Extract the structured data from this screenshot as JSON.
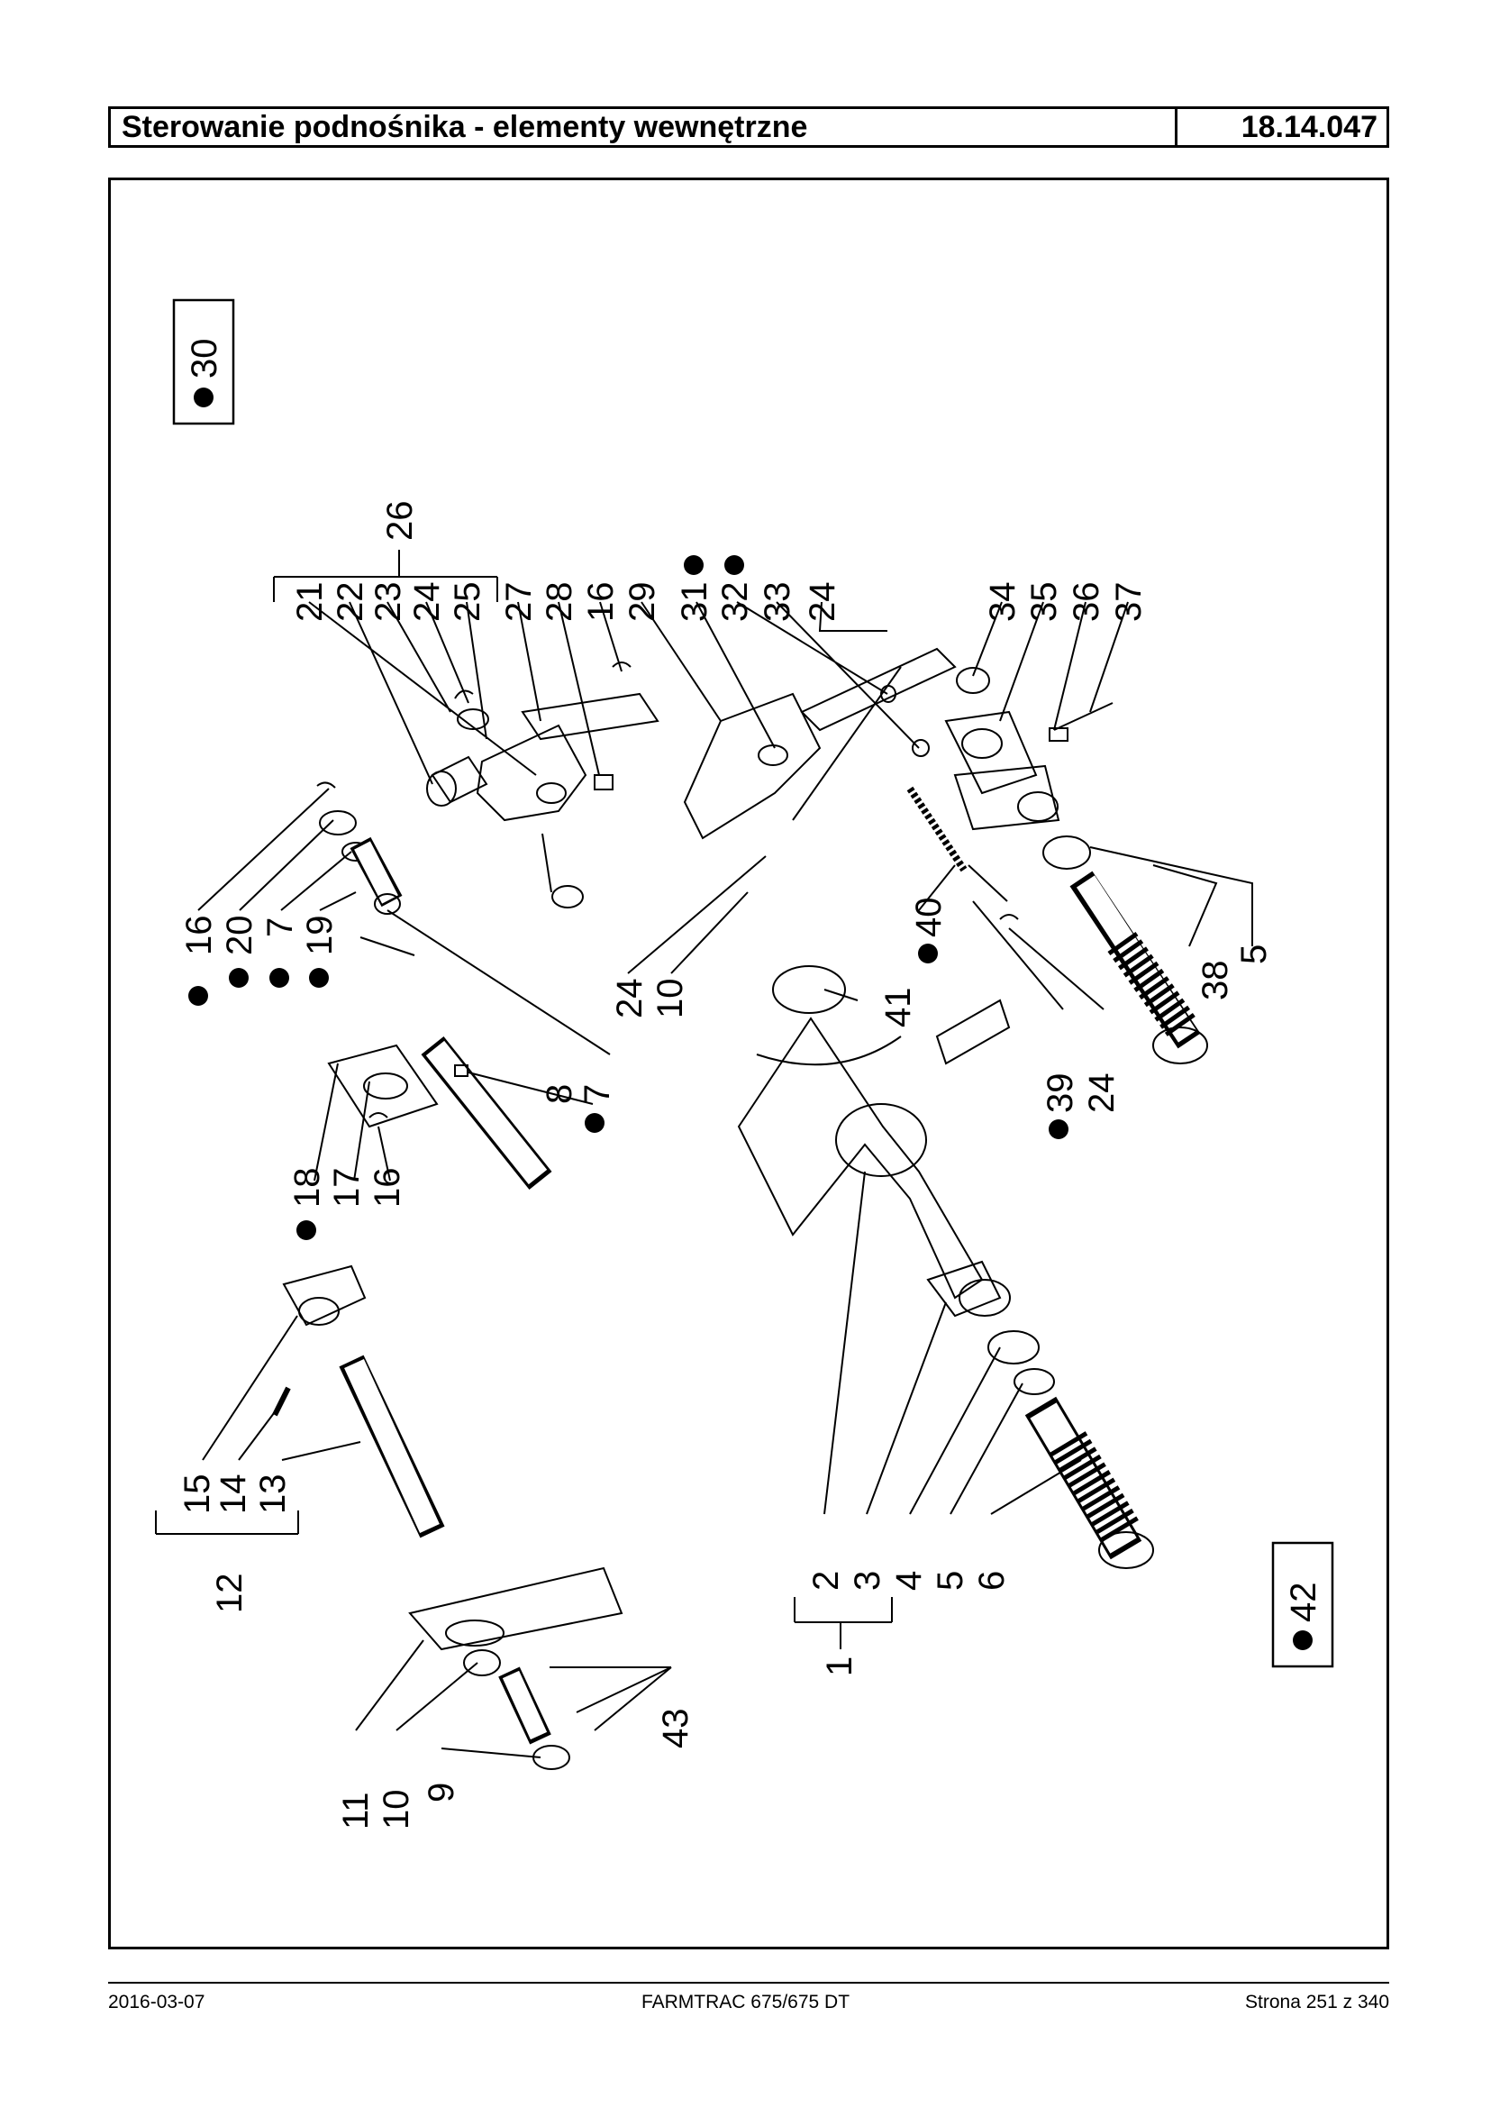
{
  "header": {
    "title": "Sterowanie podnośnika - elementy wewnętrzne",
    "code": "18.14.047"
  },
  "callouts": [
    {
      "label": "30",
      "marked": true
    },
    {
      "label": "42",
      "marked": true
    }
  ],
  "labels": {
    "l26": "26",
    "l21": "21",
    "l22": "22",
    "l23": "23",
    "l24a": "24",
    "l25": "25",
    "l27": "27",
    "l28": "28",
    "l16a": "16",
    "l29": "29",
    "l31": "31",
    "l32": "32",
    "l33": "33",
    "l24b": "24",
    "l34": "34",
    "l35": "35",
    "l36": "36",
    "l37": "37",
    "l16b": "16",
    "l20": "20",
    "l7a": "7",
    "l19": "19",
    "l8": "8",
    "l7b": "7",
    "l18": "18",
    "l17": "17",
    "l16c": "16",
    "l24c": "24",
    "l10a": "10",
    "l41": "41",
    "l40": "40",
    "l38": "38",
    "l5a": "5",
    "l39": "39",
    "l24d": "24",
    "l12": "12",
    "l15": "15",
    "l14": "14",
    "l13": "13",
    "l2": "2",
    "l3": "3",
    "l4": "4",
    "l5b": "5",
    "l6": "6",
    "l1": "1",
    "l11": "11",
    "l10b": "10",
    "l9": "9",
    "l43": "43"
  },
  "footer": {
    "date": "2016-03-07",
    "model": "FARMTRAC 675/675 DT",
    "page": "Strona 251 z 340"
  }
}
